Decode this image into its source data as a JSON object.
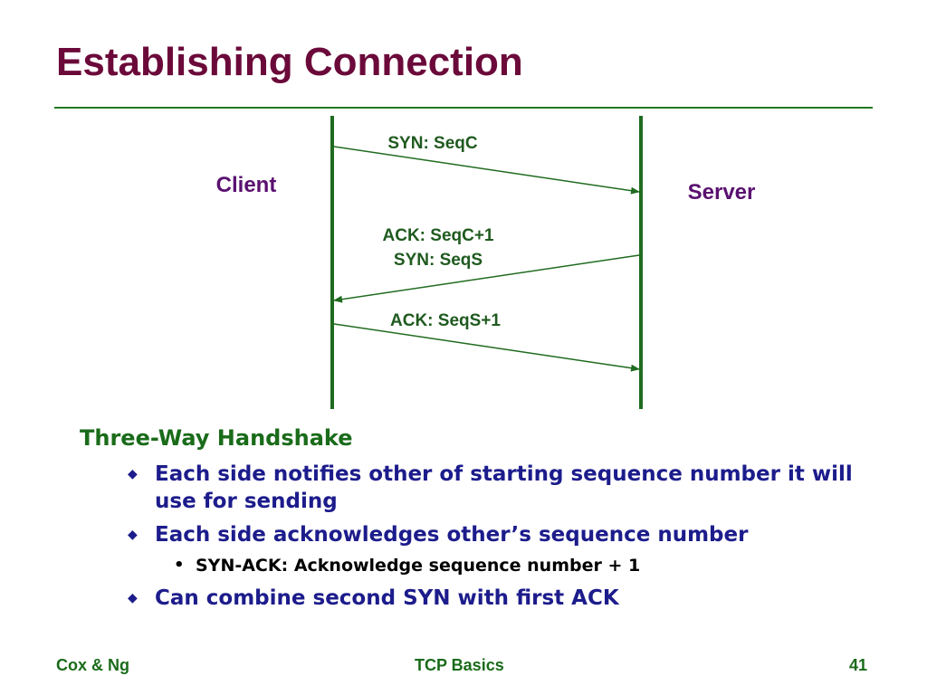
{
  "slide": {
    "title": "Establishing Connection"
  },
  "diagram": {
    "left_label": "Client",
    "right_label": "Server",
    "messages": [
      {
        "lines": [
          "SYN: SeqC"
        ],
        "direction": "client-to-server"
      },
      {
        "lines": [
          "ACK: SeqC+1",
          "SYN: SeqS"
        ],
        "direction": "server-to-client"
      },
      {
        "lines": [
          "ACK: SeqS+1"
        ],
        "direction": "client-to-server"
      }
    ]
  },
  "body": {
    "heading": "Three-Way Handshake",
    "bullets": [
      {
        "level": 1,
        "text": "Each side notifies other of starting sequence number it will use for sending"
      },
      {
        "level": 1,
        "text": "Each side acknowledges other’s sequence number"
      },
      {
        "level": 2,
        "text": "SYN-ACK: Acknowledge sequence number + 1"
      },
      {
        "level": 1,
        "text": "Can combine second SYN with first ACK"
      }
    ]
  },
  "footer": {
    "left": "Cox & Ng",
    "center": "TCP Basics",
    "page": "41"
  },
  "colors": {
    "title": "#6b0a3a",
    "rule": "#1f7a1f",
    "timeline": "#1f6b1f",
    "diagram_label": "#5a1070",
    "heading": "#1a6b1a",
    "bullet_l1": "#1c1c8c",
    "bullet_l2": "#000000",
    "footer": "#1a6b1a"
  }
}
